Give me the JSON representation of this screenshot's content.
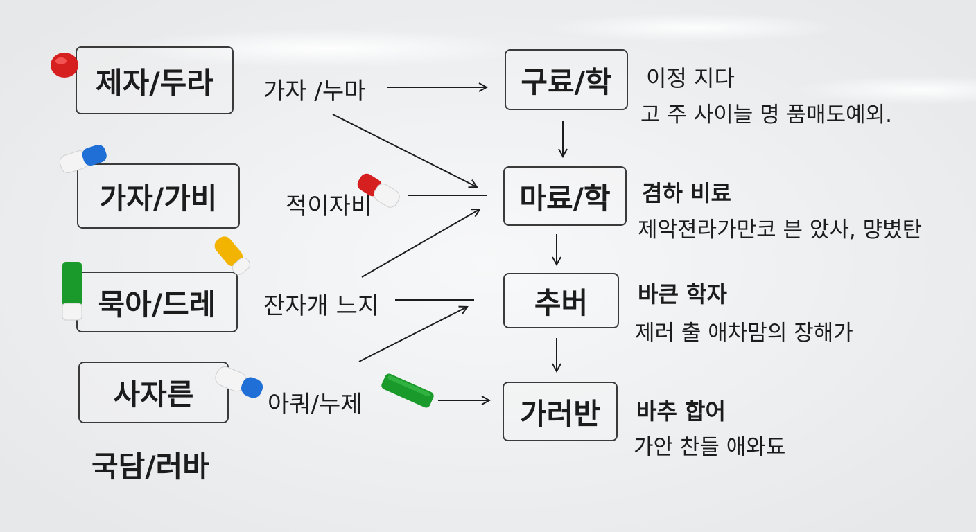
{
  "left_terms": [
    "제자/두라",
    "가자/가비",
    "묵아/드레",
    "사자른"
  ],
  "free_term": "국담/러바",
  "relation_labels": [
    "가자 /누마",
    "적이자비",
    "잔자개 느지",
    "아쿼/누제"
  ],
  "stages": [
    "구료/학",
    "마료/학",
    "추버",
    "가러반"
  ],
  "notes": [
    {
      "head": "이정 지다",
      "body": "고 주 사이늘 명 품매도예외."
    },
    {
      "head": "겸하 비료",
      "body": "제악젼라가만코 븐 았사, 먕볐탄"
    },
    {
      "head": "바큰 학자",
      "body": "제러 출 애차맘의 장해가"
    },
    {
      "head": "바추 합어",
      "body": "가안 찬들 애와됴"
    }
  ],
  "colors": {
    "ink": "#1c1c1c",
    "magnet_red": "#d62020",
    "magnet_blue": "#1f6fd6",
    "magnet_yellow": "#f2b400",
    "magnet_green": "#1a9a2a"
  }
}
